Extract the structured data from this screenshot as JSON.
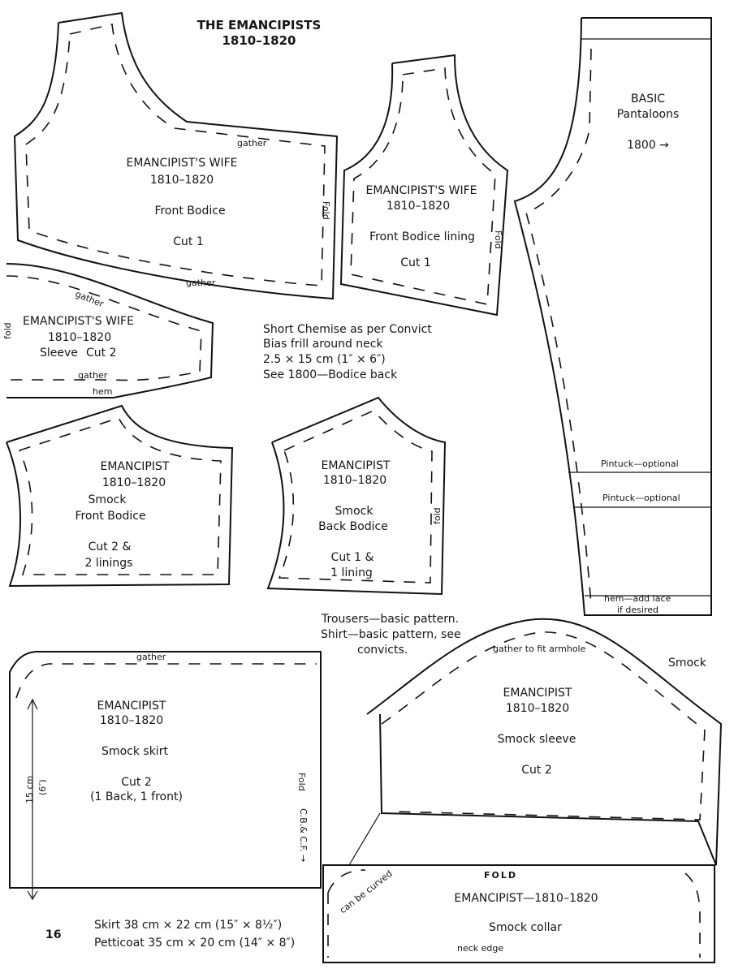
{
  "header": {
    "title": "THE EMANCIPISTS",
    "years": "1810–1820"
  },
  "page_number": "16",
  "pieces": {
    "front_bodice": {
      "title": "EMANCIPIST'S WIFE",
      "years": "1810–1820",
      "name": "Front Bodice",
      "cut": "Cut 1",
      "top_gather": "gather",
      "bottom_gather": "gather",
      "fold": "Fold"
    },
    "front_bodice_lining": {
      "title": "EMANCIPIST'S WIFE",
      "years": "1810–1820",
      "name": "Front Bodice lining",
      "cut": "Cut 1",
      "fold": "Fold"
    },
    "wife_sleeve": {
      "title": "EMANCIPIST'S WIFE",
      "years": "1810–1820",
      "name": "Sleeve",
      "cut": "Cut 2",
      "top_gather": "gather",
      "bottom_gather": "gather",
      "hem": "hem",
      "fold": "fold"
    },
    "smock_front": {
      "title": "EMANCIPIST",
      "years": "1810–1820",
      "name1": "Smock",
      "name2": "Front Bodice",
      "cut1": "Cut 2 &",
      "cut2": "2 linings"
    },
    "smock_back": {
      "title": "EMANCIPIST",
      "years": "1810–1820",
      "name1": "Smock",
      "name2": "Back Bodice",
      "cut1": "Cut 1 &",
      "cut2": "1 lining",
      "fold": "fold"
    },
    "pantaloons": {
      "title1": "BASIC",
      "title2": "Pantaloons",
      "year": "1800 →",
      "pintuck1": "Pintuck—optional",
      "pintuck2": "Pintuck—optional",
      "hem1": "hem—add lace",
      "hem2": "if desired"
    },
    "smock_skirt": {
      "title": "EMANCIPIST",
      "years": "1810–1820",
      "name": "Smock skirt",
      "cut1": "Cut 2",
      "cut2": "(1 Back, 1 front)",
      "gather": "gather",
      "fold": "Fold",
      "cbcf": "C.B.& C.F. →",
      "measure1": "15 cm",
      "measure2": "(6″)"
    },
    "smock_sleeve": {
      "title": "EMANCIPIST",
      "years": "1810–1820",
      "name": "Smock sleeve",
      "cut": "Cut 2",
      "gather": "gather to fit armhole",
      "label": "Smock"
    },
    "smock_collar": {
      "fold": "FOLD",
      "title": "EMANCIPIST—1810–1820",
      "name": "Smock collar",
      "neck": "neck edge",
      "curved": "can be curved"
    }
  },
  "notes": {
    "chemise": [
      "Short Chemise as per Convict",
      "Bias frill around neck",
      "2.5 × 15 cm (1″ × 6″)",
      "See 1800—Bodice back"
    ],
    "trousers": [
      "Trousers—basic pattern.",
      "Shirt—basic pattern, see",
      "convicts."
    ],
    "skirt": "Skirt 38 cm × 22 cm (15″ × 8½″)",
    "petticoat": "Petticoat 35 cm × 20 cm (14″ × 8″)"
  }
}
